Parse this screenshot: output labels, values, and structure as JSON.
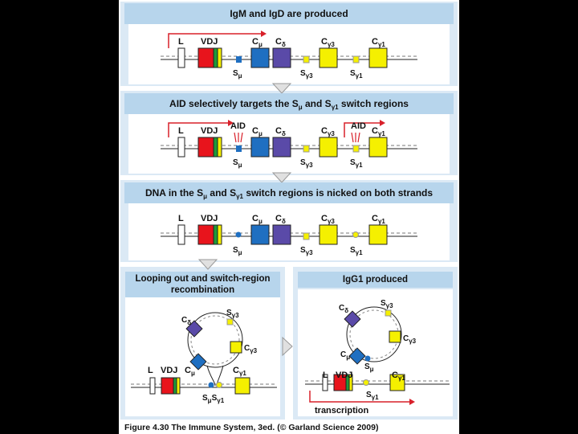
{
  "panels": {
    "p1_title": "IgM and IgD are produced",
    "p2_title_a": "AID selectively targets the S",
    "p2_title_mu": "μ",
    "p2_title_b": " and S",
    "p2_title_g": "γ1",
    "p2_title_c": " switch regions",
    "p3_title_a": "DNA in the S",
    "p3_title_mu": "μ",
    "p3_title_b": " and S",
    "p3_title_g": "γ1",
    "p3_title_c": " switch regions is nicked on both strands",
    "p4_title": "Looping out and switch-region recombination",
    "p5_title": "IgG1 produced"
  },
  "labels": {
    "L": "L",
    "VDJ": "VDJ",
    "C": "C",
    "S": "S",
    "mu": "μ",
    "delta": "δ",
    "g3": "γ3",
    "g1": "γ1",
    "AID": "AID",
    "transcription": "transcription"
  },
  "colors": {
    "panel_bg": "#ffffff",
    "header_bg": "#b7d5ec",
    "cmu": "#1f6fc1",
    "cdelta": "#5a4aa8",
    "cgamma": "#f5f000",
    "vdj_red": "#e8141c",
    "vdj_green": "#1e9a3a",
    "arrow_red": "#d8202a"
  },
  "caption": "Figure 4.30 The Immune System, 3ed. (© Garland Science 2009)"
}
